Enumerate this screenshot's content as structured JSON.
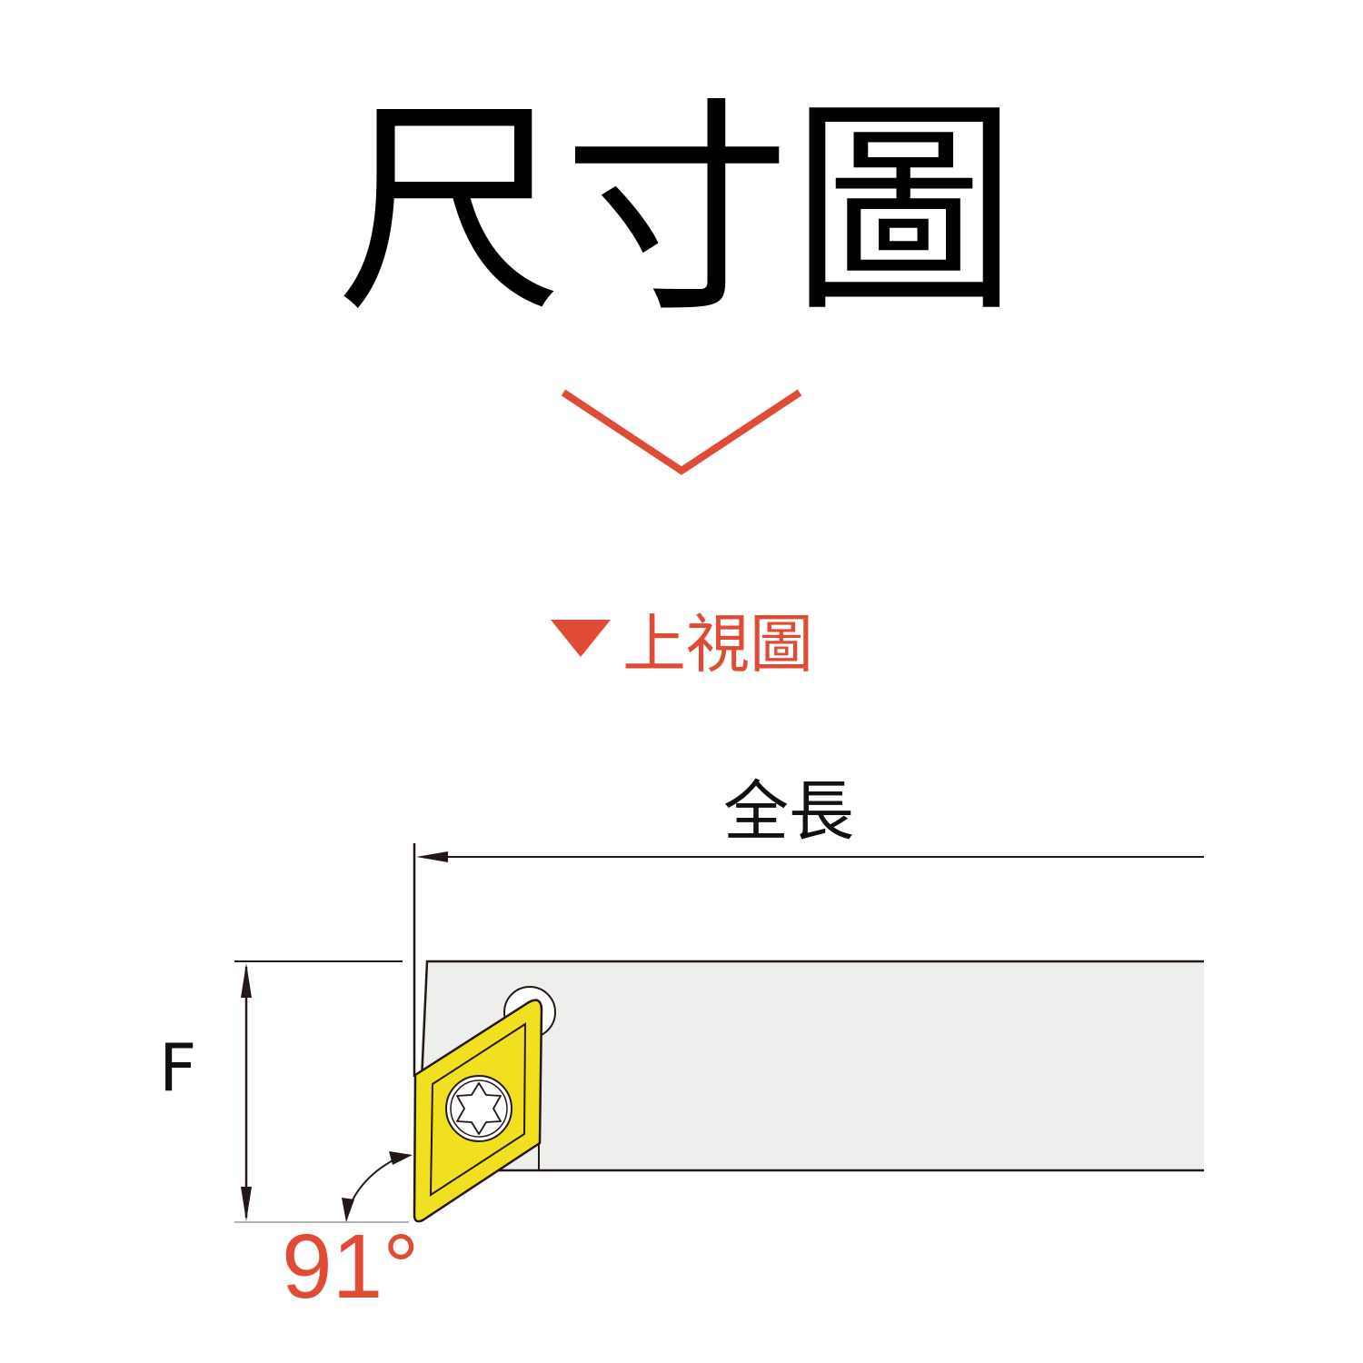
{
  "title": "尺寸圖",
  "section_label": "上視圖",
  "dimensions": {
    "overall_length_label": "全長",
    "height_label": "F",
    "angle_label": "91°"
  },
  "colors": {
    "accent": "#e04b36",
    "insert": "#f0e020",
    "body": "#eeeeec",
    "line": "#231815"
  },
  "icons": {
    "scroll_down": "chevron-down-icon",
    "section_marker": "triangle-down-icon"
  }
}
